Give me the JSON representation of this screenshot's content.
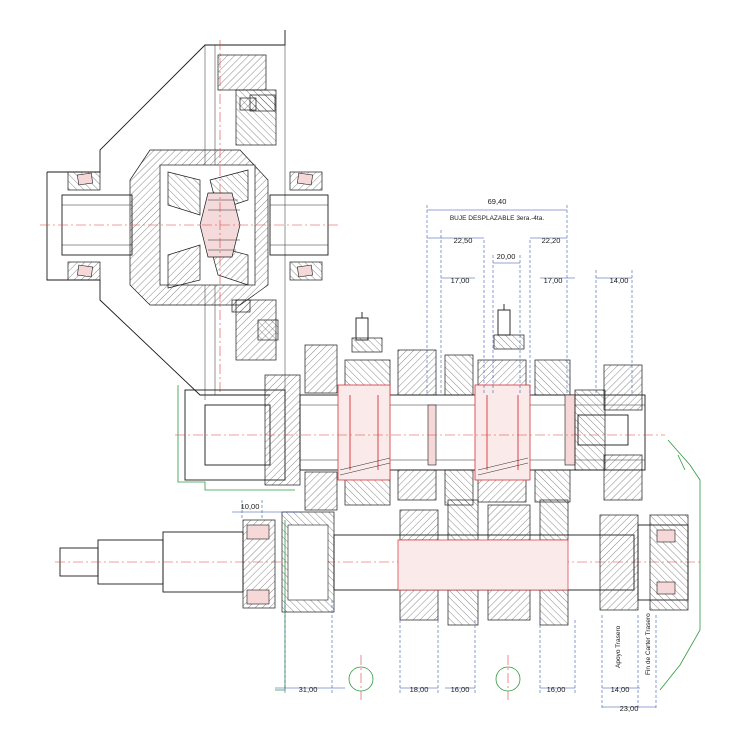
{
  "dimensions": {
    "hub_total": "69,40",
    "hub_label": "BUJE DESPLAZABLE 3era.-4ta.",
    "d_22_50": "22,50",
    "d_22_20": "22,20",
    "d_20_00": "20,00",
    "d_17_left": "17,00",
    "d_17_right": "17,00",
    "d_14_top": "14,00",
    "d_10_00": "10,00",
    "d_31_00": "31,00",
    "d_18_00": "18,00",
    "d_16_a": "16,00",
    "d_16_b": "16,00",
    "d_14_bottom": "14,00",
    "d_23_00": "23,00"
  },
  "labels": {
    "apoyo_trasero": "Apoyo Trasero",
    "fin_carter": "Fin de Carter Trasero"
  },
  "colors": {
    "outline": "#1a1a1a",
    "centerline": "#e0443a",
    "dimension": "#2b4fa8",
    "green_line": "#2e9a3e"
  }
}
